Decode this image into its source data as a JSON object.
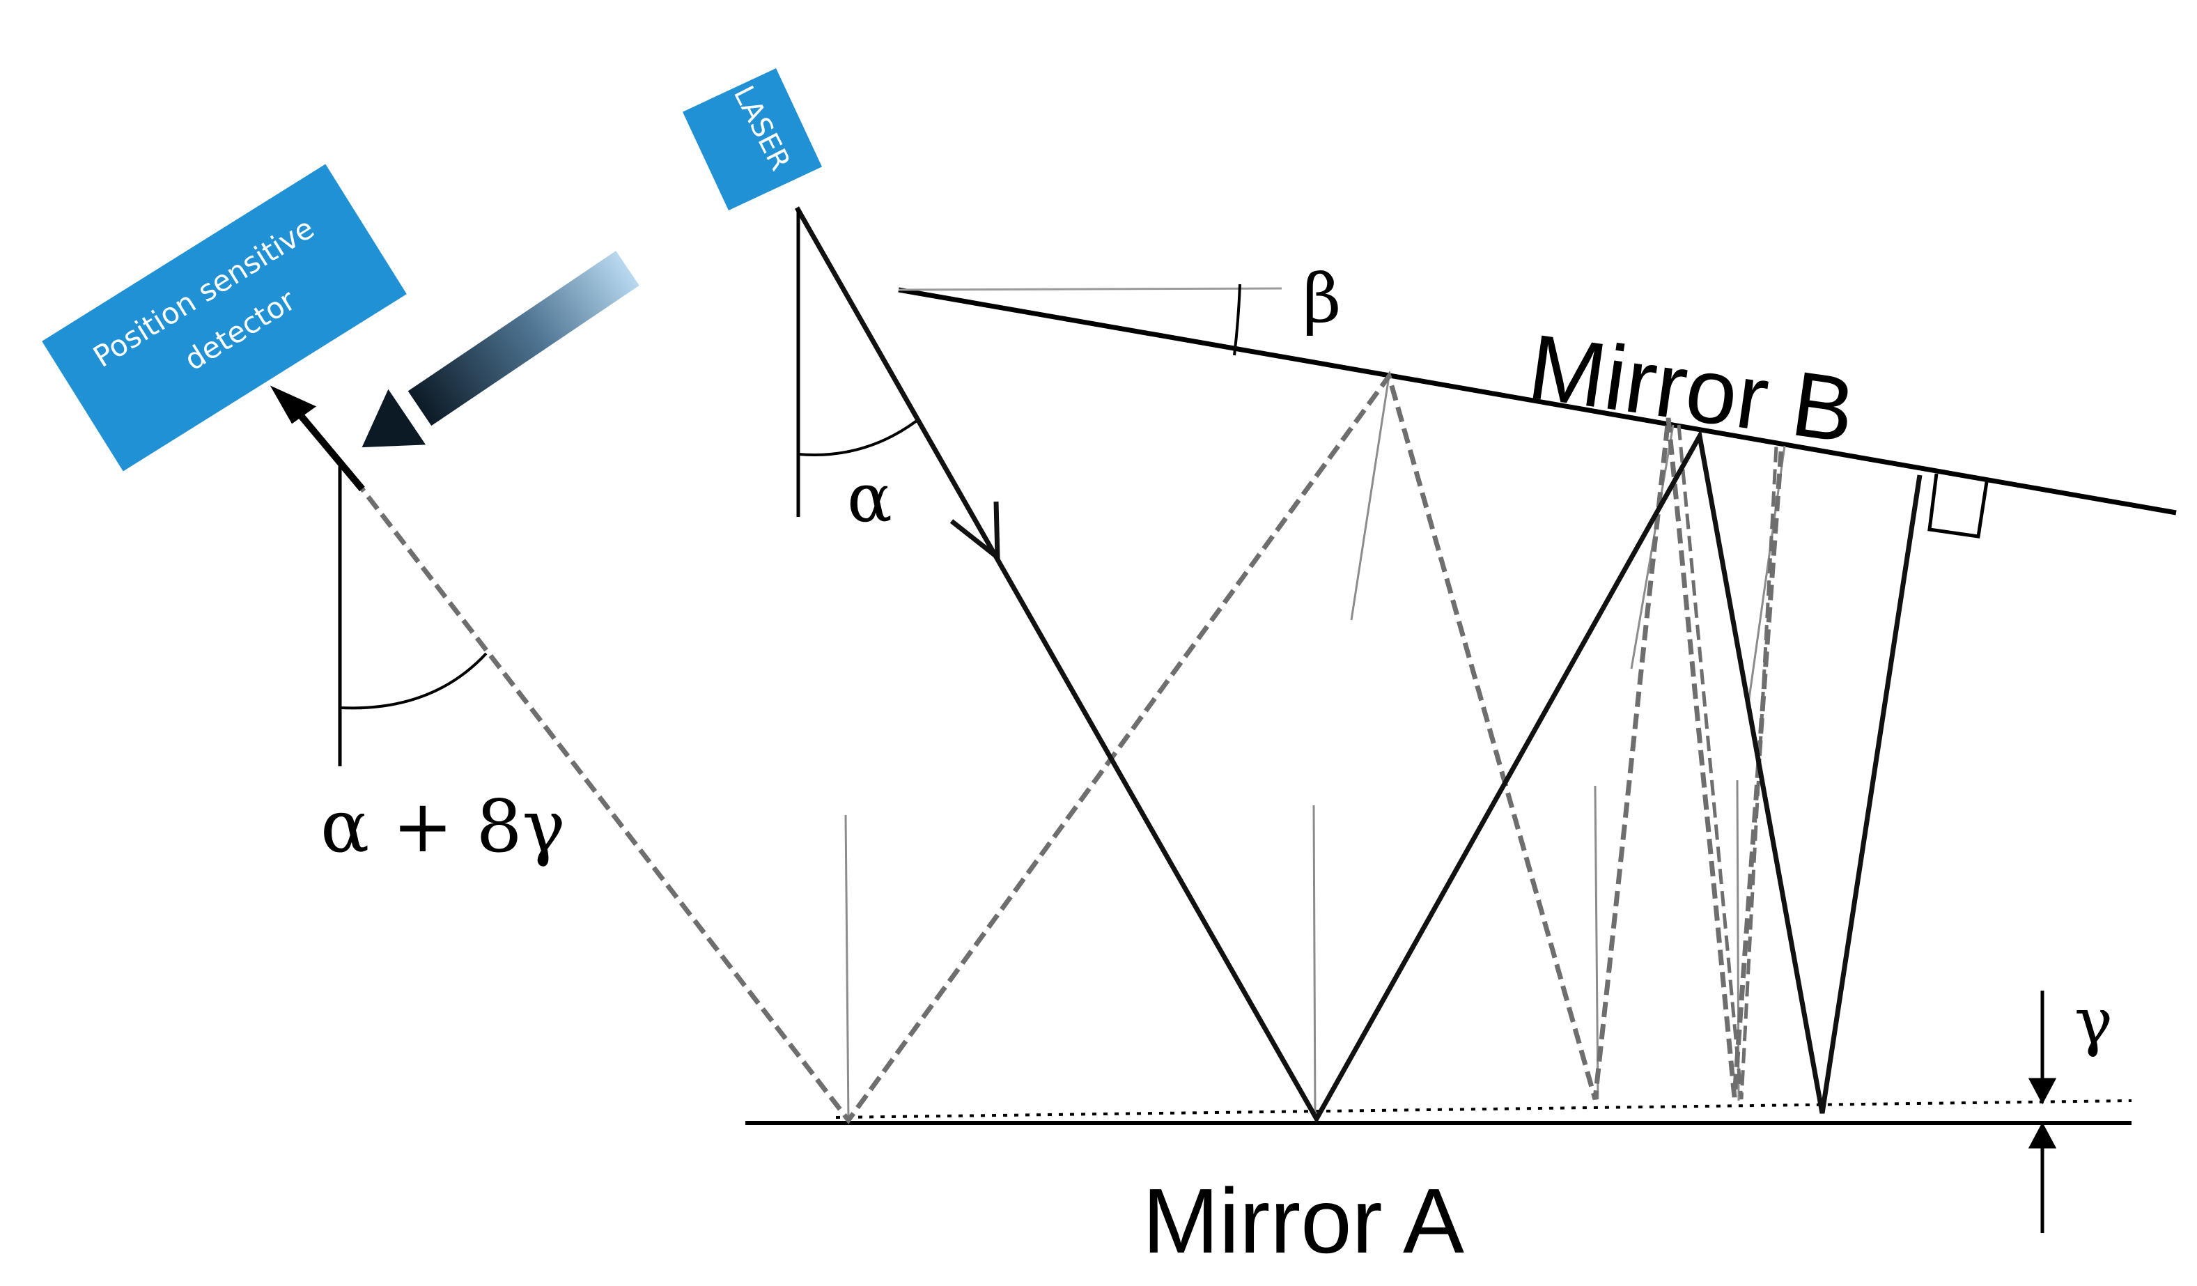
{
  "labels": {
    "laser": "LASER",
    "detector_line1": "Position sensitive",
    "detector_line2": "detector",
    "mirror_a": "Mirror A",
    "mirror_b": "Mirror B",
    "alpha": "α",
    "beta": "β",
    "gamma": "γ",
    "output_angle": "α + 8γ"
  },
  "colors": {
    "box_fill": "#2191d6",
    "box_text": "#ffffff",
    "solid_beam": "#111111",
    "dashed_beam": "#6e6e6e",
    "construction": "#9a9a9a"
  }
}
